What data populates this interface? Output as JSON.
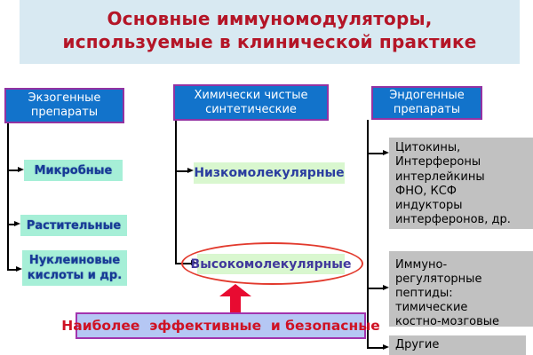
{
  "title": "Основные иммуномодуляторы,\nиспользуемые в клинической практике",
  "columns": {
    "exogenous": {
      "header": "Экзогенные\nпрепараты",
      "items": [
        "Микробные",
        "Растительные",
        "Нуклеиновые\nкислоты и др."
      ]
    },
    "synthetic": {
      "header": "Химически чистые\nсинтетические",
      "items": [
        "Низкомолекулярные",
        "Высокомолекулярные"
      ]
    },
    "endogenous": {
      "header": "Эндогенные\nпрепараты",
      "items": [
        "Цитокины,\nИнтерфероны\nинтерлейкины\nФНО, КСФ\nиндукторы\nинтерферонов, др.",
        "Иммуно-регуляторные\nпептиды:\nтимические\nкостно-мозговые",
        "Другие"
      ]
    }
  },
  "callout": "Наиболее  эффективные  и безопасные",
  "colors": {
    "title_bg": "#d8e9f2",
    "title_text": "#b41527",
    "header_bg": "#1273cb",
    "header_border": "#9332a2",
    "cyan_box_bg": "#a6efd7",
    "cyan_box_text": "#173a96",
    "green_box_bg": "#d9f7cf",
    "green_box_text": "#2b3da0",
    "gray_box_bg": "#c1c1c1",
    "callout_bg": "#b5c7f4",
    "callout_border": "#a233ad",
    "callout_text": "#cf1224",
    "highlight_red": "#e23a2d",
    "arrow_red": "#e80b31",
    "connector": "#000000"
  }
}
